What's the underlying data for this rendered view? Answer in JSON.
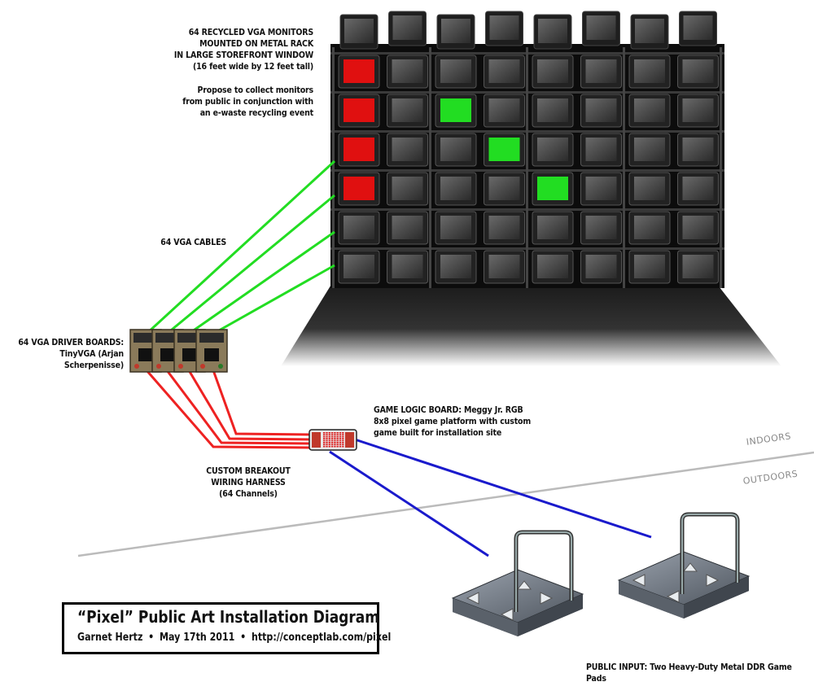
{
  "labels": {
    "monitors": "64 RECYCLED VGA MONITORS\nMOUNTED ON METAL RACK\nIN LARGE STOREFRONT WINDOW\n(16 feet wide by 12 feet tall)",
    "collect": "Propose to collect monitors\nfrom public in conjunction with\nan e-waste recycling event",
    "cables": "64 VGA CABLES",
    "driver_boards": "64 VGA DRIVER BOARDS:\nTinyVGA (Arjan Scherpenisse)",
    "game_logic": "GAME LOGIC BOARD: Meggy Jr. RGB\n8x8 pixel game platform with custom\ngame built for installation site",
    "harness": "CUSTOM BREAKOUT\nWIRING HARNESS\n(64 Channels)",
    "indoors": "INDOORS",
    "outdoors": "OUTDOORS",
    "public_input": "PUBLIC INPUT: Two Heavy-Duty Metal DDR Game Pads"
  },
  "title_block": {
    "title": "“Pixel” Public Art Installation Diagram",
    "author": "Garnet Hertz",
    "separator": "•",
    "date": "May 17th 2011",
    "url": "http://conceptlab.com/pixel"
  },
  "colors": {
    "vga_cable": "#22dd22",
    "harness": "#ee2222",
    "input_cable": "#1a1acc",
    "boundary_line": "#bbbbbb",
    "monitor_lit_red": "#e01010",
    "monitor_lit_green": "#22dd22"
  },
  "wall": {
    "rows": 6,
    "columns": 8,
    "lit_screens": [
      {
        "row": 0,
        "col": 0,
        "color": "red"
      },
      {
        "row": 1,
        "col": 0,
        "color": "red"
      },
      {
        "row": 1,
        "col": 2,
        "color": "green"
      },
      {
        "row": 2,
        "col": 0,
        "color": "red"
      },
      {
        "row": 2,
        "col": 3,
        "color": "green"
      },
      {
        "row": 3,
        "col": 0,
        "color": "red"
      },
      {
        "row": 3,
        "col": 4,
        "color": "green"
      }
    ]
  }
}
